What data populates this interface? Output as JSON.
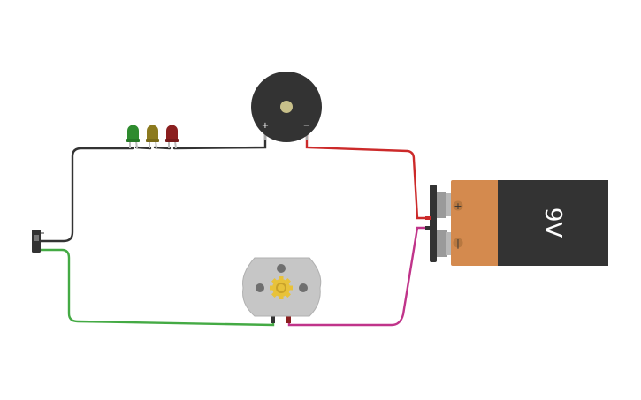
{
  "circuit": {
    "battery": {
      "label": "9V",
      "plus": "+",
      "minus": "|"
    },
    "buzzer": {
      "plus": "+",
      "minus": "−"
    },
    "leds": [
      {
        "name": "green",
        "color": "#2e8b2e"
      },
      {
        "name": "yellow",
        "color": "#8c7a1e"
      },
      {
        "name": "red",
        "color": "#8b1f1f"
      }
    ],
    "wires": {
      "black": "#333333",
      "red": "#cc2a2a",
      "green": "#44aa44",
      "magenta": "#c0348a"
    },
    "colors": {
      "battery_orange": "#d48a4e",
      "battery_dark": "#333333",
      "buzzer_body": "#333333",
      "motor_body": "#c6c6c6",
      "motor_gear": "#e8c23a"
    }
  }
}
